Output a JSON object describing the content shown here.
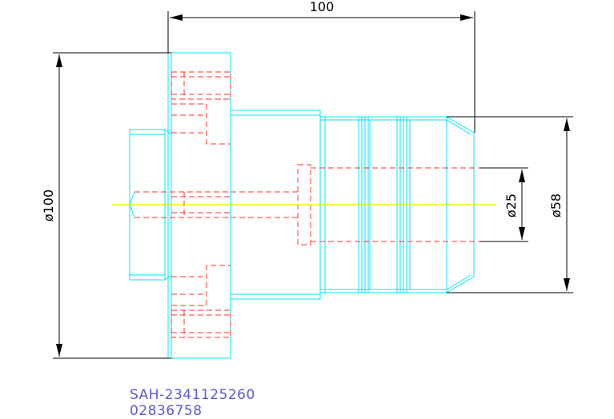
{
  "drawing": {
    "dimensions": {
      "overall_length": "100",
      "flange_diameter": "ø100",
      "body_diameter": "ø58",
      "bore_diameter": "ø25"
    },
    "part_number": "SAH-2341125260",
    "order_number": "02836758",
    "colors": {
      "outline": "#00e5ff",
      "hidden_lines": "#ff3030",
      "centerline": "#f2e600",
      "dimension": "#000000",
      "label": "#5b5bd6"
    }
  }
}
